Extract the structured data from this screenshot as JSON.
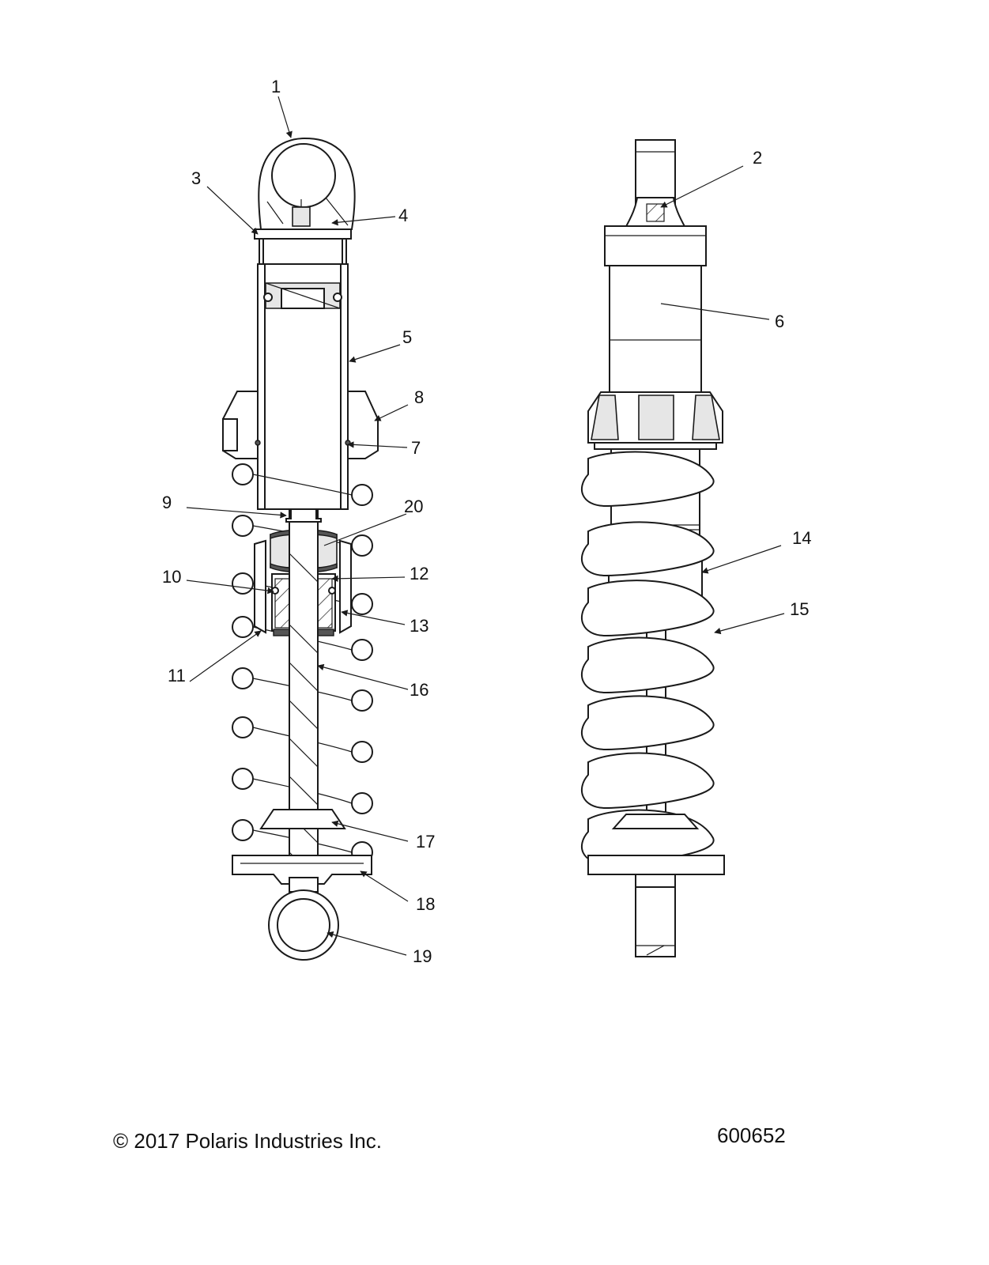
{
  "callouts": [
    {
      "id": "c1",
      "text": "1"
    },
    {
      "id": "c2",
      "text": "2"
    },
    {
      "id": "c3",
      "text": "3"
    },
    {
      "id": "c4",
      "text": "4"
    },
    {
      "id": "c5",
      "text": "5"
    },
    {
      "id": "c6",
      "text": "6"
    },
    {
      "id": "c7",
      "text": "7"
    },
    {
      "id": "c8",
      "text": "8"
    },
    {
      "id": "c9",
      "text": "9"
    },
    {
      "id": "c10",
      "text": "10"
    },
    {
      "id": "c11",
      "text": "11"
    },
    {
      "id": "c12",
      "text": "12"
    },
    {
      "id": "c13",
      "text": "13"
    },
    {
      "id": "c14",
      "text": "14"
    },
    {
      "id": "c15",
      "text": "15"
    },
    {
      "id": "c16",
      "text": "16"
    },
    {
      "id": "c17",
      "text": "17"
    },
    {
      "id": "c18",
      "text": "18"
    },
    {
      "id": "c19",
      "text": "19"
    },
    {
      "id": "c20",
      "text": "20"
    }
  ],
  "footer": {
    "copyright": "© 2017 Polaris Industries Inc.",
    "drawing_number": "600652"
  }
}
